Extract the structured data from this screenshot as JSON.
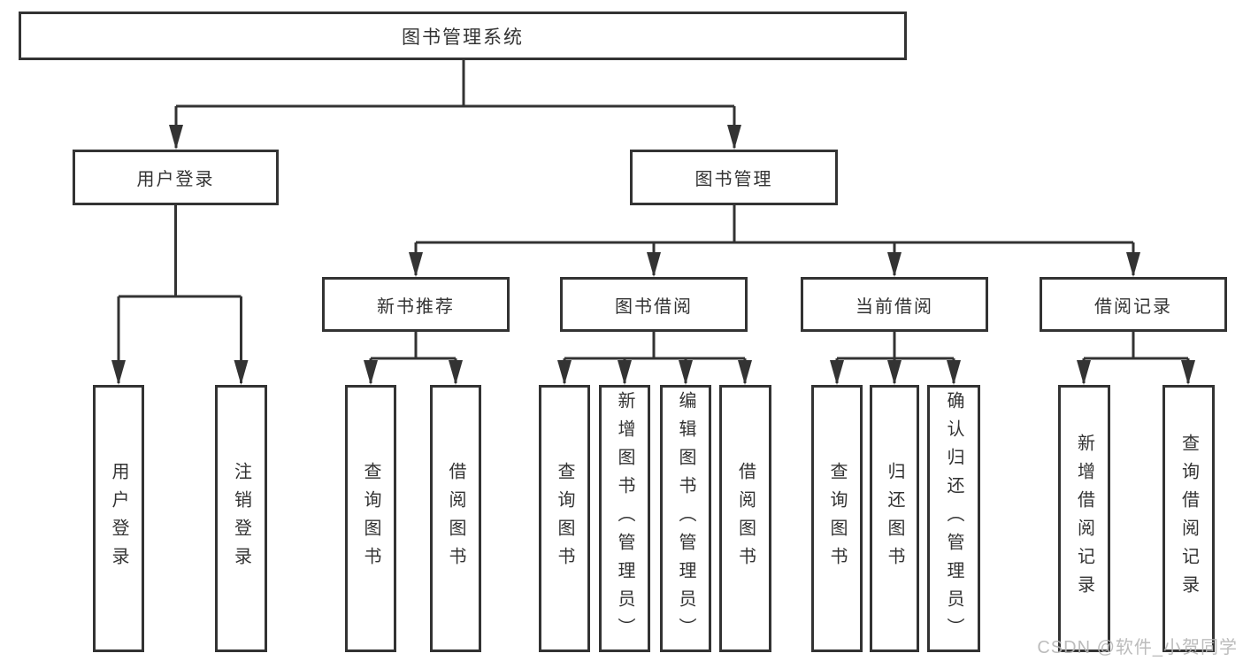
{
  "diagram": {
    "title": "图书管理系统",
    "watermark": "CSDN @软件_小贺同学",
    "colors": {
      "line": "#333333",
      "box_border": "#333333",
      "box_fill": "#ffffff",
      "text": "#333333",
      "watermark": "#b5b5b5",
      "background": "#ffffff"
    },
    "tree": {
      "label": "图书管理系统",
      "children": [
        {
          "label": "用户登录",
          "children": [
            {
              "label": "用户登录"
            },
            {
              "label": "注销登录"
            }
          ]
        },
        {
          "label": "图书管理",
          "children": [
            {
              "label": "新书推荐",
              "children": [
                {
                  "label": "查询图书"
                },
                {
                  "label": "借阅图书"
                }
              ]
            },
            {
              "label": "图书借阅",
              "children": [
                {
                  "label": "查询图书"
                },
                {
                  "label": "新增图书（管理员）"
                },
                {
                  "label": "编辑图书（管理员）"
                },
                {
                  "label": "借阅图书"
                }
              ]
            },
            {
              "label": "当前借阅",
              "children": [
                {
                  "label": "查询图书"
                },
                {
                  "label": "归还图书"
                },
                {
                  "label": "确认归还（管理员）"
                }
              ]
            },
            {
              "label": "借阅记录",
              "children": [
                {
                  "label": "新增借阅记录"
                },
                {
                  "label": "查询借阅记录"
                }
              ]
            }
          ]
        }
      ]
    }
  }
}
